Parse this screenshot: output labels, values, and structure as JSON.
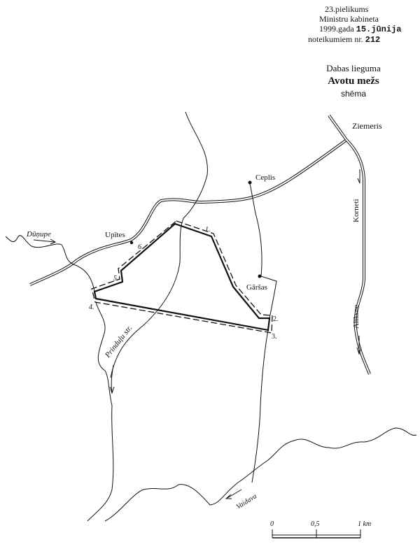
{
  "header": {
    "line1": "23.pielikums",
    "line2": "Ministru kabineta",
    "line3_prefix": "1999.gada",
    "line3_date": "15.jūnija",
    "line4_prefix": "noteikumiem nr.",
    "line4_number": "212"
  },
  "title": {
    "line1": "Dabas lieguma",
    "name": "Avotu mežs",
    "line3": "shēma"
  },
  "labels": {
    "ziemeris": "Ziemeris",
    "ceplis": "Ceplis",
    "upites": "Upītes",
    "garsas": "Gāršas",
    "dunupe": "Dūņupe",
    "korneti": "Korneti",
    "aliksne": "Aliksne",
    "prindulu": "Prinduļu str.",
    "vaidava": "Vaidava"
  },
  "boundary_points": [
    "1.",
    "2.",
    "3.",
    "4.",
    "5.",
    "6."
  ],
  "scale": {
    "zero": "0",
    "half": "0,5",
    "one": "1 km"
  }
}
